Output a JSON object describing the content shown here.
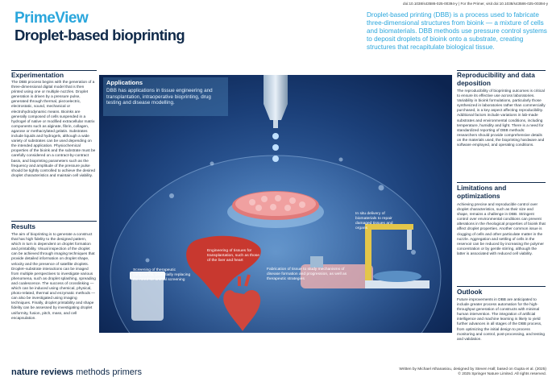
{
  "header": {
    "doi": "doi:10.1038/s43586-025-00394-y  |  For the Primer, visit doi:10.1038/s43586-025-00394-y",
    "prime_view": "PrimeView",
    "title": "Droplet-based bioprinting",
    "intro": "Droplet-based printing (DBB) is a process used to fabricate three-dimensional structures from bioink — a mixture of cells and biomaterials. DBB methods use pressure control systems to deposit droplets of bioink onto a substrate, creating structures that recapitulate biological tissue."
  },
  "experimentation": {
    "heading": "Experimentation",
    "text": "The DBB process begins with the generation of a three-dimensional digital model that is then printed using one or multiple nozzles. Droplet generation is driven by a pressure pulse, generated through thermal, piezoelectric, electrostatic, sound, mechanical or electrohydrodynamic means. Bioinks are generally composed of cells suspended in a hydrogel of native or modified extracellular matrix components such as alginate, fibrin, collagen, agarose or methacrylated gelatin. Substrates include liquids and hydrogels, although a wide variety of substrates can be used depending on the intended application. Physiochemical properties of the bioink and the substrate must be carefully considered on a contract-by-contract basis, and bioprinting parameters such as the frequency and amplitude of the pressure pulse should be tightly controlled to achieve the desired droplet characteristics and maintain cell viability."
  },
  "results": {
    "heading": "Results",
    "text": "The aim of bioprinting is to generate a construct that has high fidelity to the designed pattern, which in turn is dependent on droplet formation and printability. Visual inspection of the droplet can be achieved through imaging techniques that provide detailed information on droplet shape, velocity and the presence of satellite droplets. Droplet–substrate interactions can be imaged from multiple perspectives to investigate various phenomena, such as droplet splashing, spreading and coalescence. The success of crosslinking — which can be induced using chemical, physical, photo-related, thermal and enzymatic methods — can also be investigated using imaging techniques. Finally, droplet printability and shape fidelity can be assessed by investigating droplet uniformity, fusion, pitch, mass, and cell encapsulation."
  },
  "applications": {
    "heading": "Applications",
    "text": "DBB has applications in tissue engineering and transplantation, intraoperative bioprinting, drug testing and disease modelling."
  },
  "callouts": {
    "engineering": "Engineering of tissues for transplantation, such as those of the liver and heart",
    "screening": "Screening of therapeutic compounds, potentially replacing the need for animal screening",
    "fabrication": "Fabrication of tissue to study mechanisms of disease formation and progression, as well as therapeutic strategies",
    "in_situ": "In situ delivery of biomaterials to repair damaged tissues and organs"
  },
  "reproducibility": {
    "heading": "Reproducibility and data deposition",
    "text": "The reproducibility of bioprinting outcomes is critical to ensure its effective use across laboratories. Variability in bioink formulations, particularly those synthesized in laboratories rather than commercially purchased, is a key aspect affecting reproducibility. Additional factors include variations in lab-made substrates and environmental conditions, including temperature, humidity and light. There is a need for standardized reporting of DBB methods: researchers should provide comprehensive details on the materials used, the bioprinting hardware and software employed, and operating conditions."
  },
  "limitations": {
    "heading": "Limitations and optimizations",
    "text": "Achieving precise and reproducible control over droplet characteristics, such as their size and shape, remains a challenge in DBB. Stringent control over environmental conditions can prevent alterations in the rheological properties of bioink that affect droplet properties. Another common issue is clogging of cells and other particulate matter in the nozzle. Aggregation and settling of cells in the reservoir can be reduced by increasing the polymer concentration or by gentle stirring, although the latter is associated with reduced cell viability."
  },
  "outlook": {
    "heading": "Outlook",
    "text": "Future improvements in DBB are anticipated to include greater process automation for the high-throughput generation of constructs with minimal human intervention. The integration of artificial intelligence and machine learning is likely to yield further advances in all stages of the DBB process, from optimizing the initial design to process monitoring and control, post-processing, and testing and validation."
  },
  "footer": {
    "brand_bold": "nature reviews",
    "brand_light": "methods primers",
    "credit_line1": "Written by Michael Athanasiou, designed by Steven Hall; based on Gupta et al. (2025)",
    "credit_line2": "© 2025 Springer Nature Limited. All rights reserved."
  },
  "colors": {
    "accent": "#2aa6dc",
    "navy": "#102a4a",
    "figure_bg": "#0f2a57",
    "liver": "#c8382f"
  }
}
